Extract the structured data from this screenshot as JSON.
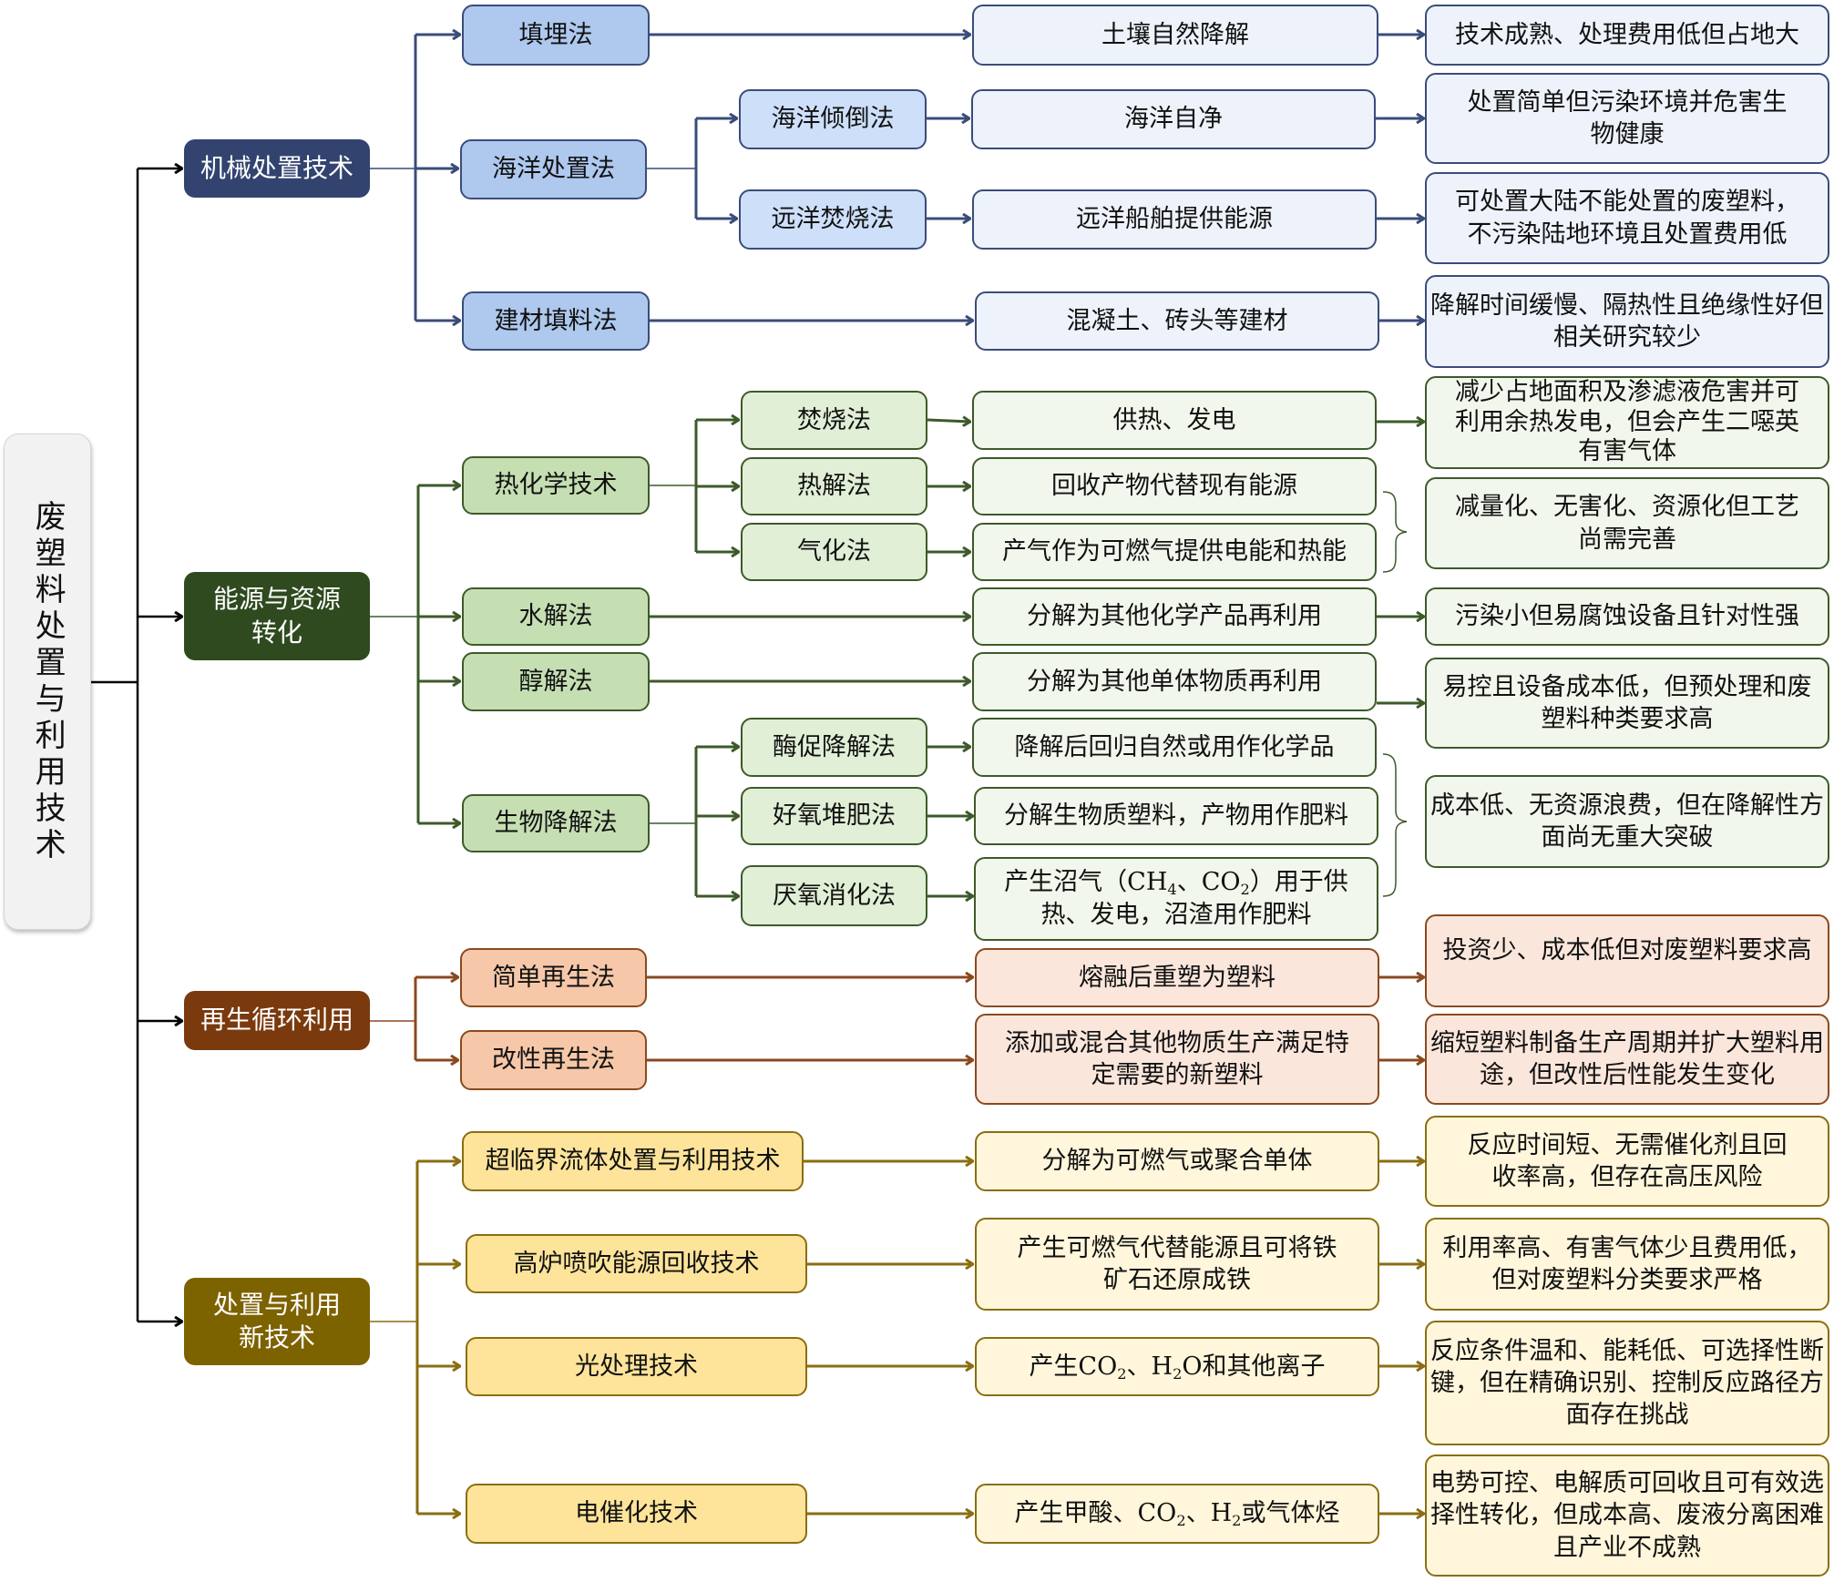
{
  "root": {
    "label": "废塑料处置与利用技术"
  },
  "colors": {
    "mechanical": "#32436f",
    "energy": "#2f4a1f",
    "recycling": "#7a3a0e",
    "new_tech": "#7d6200",
    "root_line": "#000000"
  },
  "categories": {
    "mechanical": {
      "label": "机械处置技术",
      "methods": {
        "landfill": {
          "label": "填埋法",
          "result": "土壤自然降解",
          "assessment": "技术成熟、处理费用低但占地大"
        },
        "ocean": {
          "label": "海洋处置法"
        },
        "ocean_dumping": {
          "label": "海洋倾倒法",
          "result": "海洋自净",
          "assessment": "处置简单但污染环境并危害生物健康"
        },
        "ocean_incineration": {
          "label": "远洋焚烧法",
          "result": "远洋船舶提供能源",
          "assessment": "可处置大陆不能处置的废塑料，\n不污染陆地环境且处置费用低"
        },
        "building_fill": {
          "label": "建材填料法",
          "result": "混凝土、砖头等建材",
          "assessment": "降解时间缓慢、隔热性且绝缘性好但相关研究较少"
        }
      }
    },
    "energy": {
      "label": "能源与资源转化",
      "methods": {
        "thermochemical": {
          "label": "热化学技术"
        },
        "incineration": {
          "label": "焚烧法",
          "result": "供热、发电",
          "assessment": "减少占地面积及渗滤液危害并可利用余热发电，但会产生二噁英有害气体"
        },
        "pyrolysis": {
          "label": "热解法",
          "result": "回收产物代替现有能源"
        },
        "gasification": {
          "label": "气化法",
          "result": "产气作为可燃气提供电能和热能"
        },
        "pyro_gas_assessment": "减量化、无害化、资源化但工艺尚需完善",
        "hydrolysis": {
          "label": "水解法",
          "result": "分解为其他化学产品再利用",
          "assessment": "污染小但易腐蚀设备且针对性强"
        },
        "alcoholysis": {
          "label": "醇解法",
          "result": "分解为其他单体物质再利用",
          "assessment": "易控且设备成本低，但预处理和废塑料种类要求高"
        },
        "biodegradation": {
          "label": "生物降解法"
        },
        "enzymatic": {
          "label": "酶促降解法",
          "result": "降解后回归自然或用作化学品"
        },
        "aerobic_compost": {
          "label": "好氧堆肥法",
          "result": "分解生物质塑料，产物用作肥料"
        },
        "anaerobic": {
          "label": "厌氧消化法",
          "result_pre": "产生沼气（CH",
          "result_sub1": "4",
          "result_mid": "、CO",
          "result_sub2": "2",
          "result_post": "）用于供热、发电，沼渣用作肥料"
        },
        "bio_assessment": "成本低、无资源浪费，但在降解性方面尚无重大突破"
      }
    },
    "recycling": {
      "label": "再生循环利用",
      "methods": {
        "simple": {
          "label": "简单再生法",
          "result": "熔融后重塑为塑料",
          "assessment": "投资少、成本低但对废塑料要求高"
        },
        "modified": {
          "label": "改性再生法",
          "result": "添加或混合其他物质生产满足特定需要的新塑料",
          "assessment": "缩短塑料制备生产周期并扩大塑料用途，但改性后性能发生变化"
        }
      }
    },
    "new_tech": {
      "label": "处置与利用新技术",
      "methods": {
        "supercritical": {
          "label": "超临界流体处置与利用技术",
          "result": "分解为可燃气或聚合单体",
          "assessment": "反应时间短、无需催化剂且回收率高，但存在高压风险"
        },
        "blast_furnace": {
          "label": "高炉喷吹能源回收技术",
          "result": "产生可燃气代替能源且可将铁矿石还原成铁",
          "assessment": "利用率高、有害气体少且费用低，但对废塑料分类要求严格"
        },
        "photo": {
          "label": "光处理技术",
          "result_pre": "产生CO",
          "result_sub1": "2",
          "result_mid": "、H",
          "result_sub2": "2",
          "result_post": "O和其他离子",
          "assessment": "反应条件温和、能耗低、可选择性断键，但在精确识别、控制反应路径方面存在挑战"
        },
        "electrocatalysis": {
          "label": "电催化技术",
          "result_pre": "产生甲酸、CO",
          "result_sub1": "2",
          "result_mid": "、H",
          "result_sub2": "2",
          "result_post": "或气体烃",
          "assessment": "电势可控、电解质可回收且可有效选择性转化，但成本高、废液分离困难且产业不成熟"
        }
      }
    }
  }
}
